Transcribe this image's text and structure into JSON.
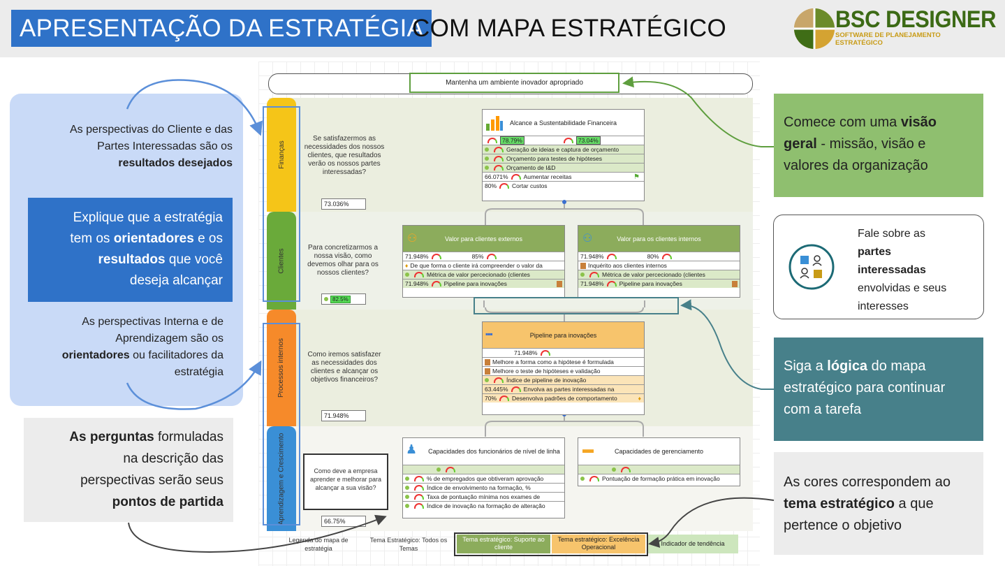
{
  "header": {
    "title_highlight": "APRESENTAÇÃO DA ESTRATÉGIA",
    "title_rest": "COM MAPA ESTRATÉGICO",
    "logo_name": "BSC DESIGNER",
    "logo_tagline": "SOFTWARE DE PLANEJAMENTO ESTRATÉGICO"
  },
  "left": {
    "callout1": {
      "line1": "As perspectivas do Cliente e das",
      "line2": "Partes Interessadas são os",
      "bold": "resultados desejados"
    },
    "callout2": {
      "t1": "Explique que a estratégia",
      "t2": "tem os ",
      "b1": "orientadores",
      "t3": " e os",
      "b2": "resultados",
      "t4": " que você",
      "t5": "deseja alcançar"
    },
    "callout3": {
      "line1": "As perspectivas Interna e de",
      "line2": "Aprendizagem são os",
      "bold": "orientadores",
      "line3": " ou facilitadores da",
      "line4": "estratégia"
    },
    "callout4": {
      "bold1": "As perguntas",
      "t1": " formuladas",
      "t2": "na descrição das",
      "t3": "perspectivas serão seus",
      "bold2": "pontos de partida"
    }
  },
  "right": {
    "green": {
      "t1": "Comece com uma ",
      "b1": "visão",
      "b2": "geral",
      "t2": " - missão, visão e",
      "t3": "valores da organização"
    },
    "white": {
      "t1": "Fale sobre as",
      "b1": "partes",
      "b2": "interessadas",
      "t2": "envolvidas e seus",
      "t3": "interesses"
    },
    "teal": {
      "t1": "Siga a ",
      "b1": "lógica",
      "t2": " do mapa",
      "t3": "estratégico para continuar",
      "t4": "com a tarefa"
    },
    "gray": {
      "t1": "As cores correspondem ao",
      "b1": "tema estratégico",
      "t2": " a que",
      "t3": "pertence o objetivo"
    }
  },
  "map": {
    "vision": "Mantenha um ambiente inovador apropriado",
    "perspectives": [
      "Finanças",
      "Clientes",
      "Processos internos",
      "Aprendizagem e Crescimento"
    ],
    "questions": [
      "Se satisfazermos as necessidades dos nossos clientes, que resultados verão os nossos partes interessadas?",
      "Para concretizarmos a nossa visão, como devemos olhar para os nossos clientes?",
      "Como iremos satisfazer as necessidades dos clientes e alcançar os objetivos financeiros?",
      "Como deve a empresa aprender e melhorar para alcançar a sua visão?"
    ],
    "values": [
      "73.036%",
      "82.5%",
      "71.948%",
      "66.75%"
    ],
    "fin": {
      "title": "Alcance a Sustentabilidade Financeira",
      "v1": "78.79%",
      "v2": "73.04%",
      "rows": [
        "Geração de ideias e captura de orçamento",
        "Orçamento para testes de hipóteses",
        "Orçamento de I&D"
      ],
      "r4v": "66.071%",
      "r4": "Aumentar receitas",
      "r5v": "80%",
      "r5": "Cortar custos"
    },
    "cliExt": {
      "title": "Valor para clientes externos",
      "v1": "71.948%",
      "v2": "85%",
      "rows": [
        "De que forma o cliente irá compreender o valor da",
        "Métrica de valor percecionado (clientes"
      ],
      "r3v": "71.948%",
      "r3": "Pipeline para inovações"
    },
    "cliInt": {
      "title": "Valor para os clientes internos",
      "v1": "71.948%",
      "v2": "80%",
      "rows": [
        "Inquérito aos clientes internos",
        "Métrica de valor percecionado (clientes"
      ],
      "r3v": "71.948%",
      "r3": "Pipeline para inovações"
    },
    "proc": {
      "title": "Pipeline para inovações",
      "v1": "71.948%",
      "rows": [
        "Melhore a forma como a hipótese é formulada",
        "Melhore o teste de hipóteses e validação",
        "Índice de pipeline de inovação"
      ],
      "r4v": "63.445%",
      "r4": "Envolva as partes interessadas na",
      "r5v": "70%",
      "r5": "Desenvolva padrões de comportamento"
    },
    "learn1": {
      "title": "Capacidades dos funcionários de nível de linha",
      "rows": [
        "% de empregados que obtiveram aprovação",
        "Índice de envolvimento na formação, %",
        "Taxa de pontuação mínima nos exames de",
        "Índice de inovação na formação de alteração"
      ]
    },
    "learn2": {
      "title": "Capacidades de gerenciamento",
      "rows": [
        "Pontuação de formação prática em inovação"
      ]
    },
    "legend": [
      "Legenda do mapa de estratégia",
      "Tema Estratégico: Todos os Temas",
      "Tema estratégico: Suporte ao cliente",
      "Tema estratégico: Excelência Operacional",
      "Indicador de tendência"
    ]
  }
}
